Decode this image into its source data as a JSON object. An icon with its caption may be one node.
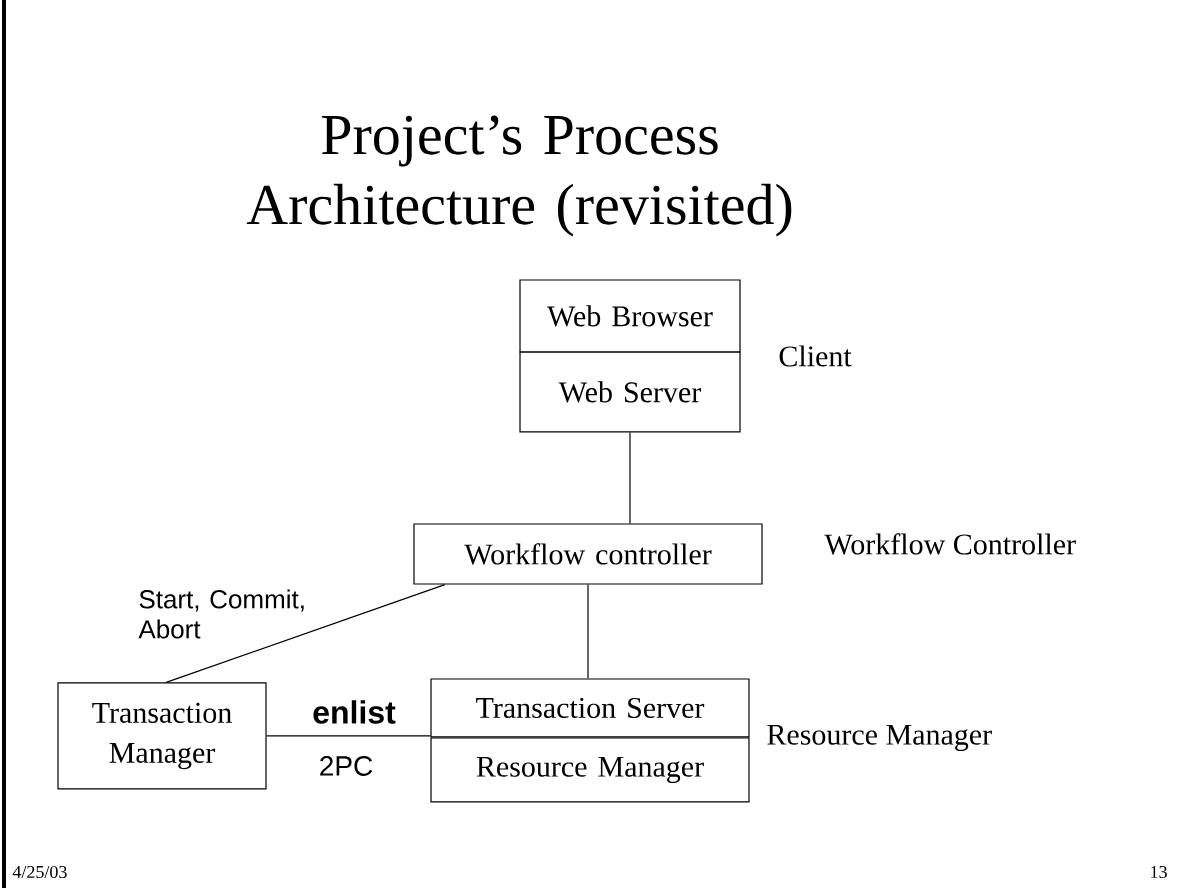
{
  "diagram": {
    "title": "Project’s Process Architecture (revisited)",
    "nodes": [
      {
        "text": [
          "Web Browser"
        ]
      },
      {
        "text": [
          "Web Server"
        ]
      },
      {
        "text": [
          "Workflow controller"
        ]
      },
      {
        "text": [
          "Transaction Manager"
        ]
      },
      {
        "text": [
          "Transaction Server"
        ]
      },
      {
        "text": [
          "Resource Manager"
        ]
      }
    ],
    "edges": [
      {
        "from": 1,
        "to": 2,
        "arrow": "none"
      },
      {
        "from": 2,
        "to": 4,
        "arrow": "none"
      },
      {
        "from": 2,
        "to": 3,
        "arrow": "none",
        "label": "Start, Commit, Abort"
      },
      {
        "from": 3,
        "to": 4,
        "arrow": "none",
        "label": "enlist"
      }
    ],
    "labels": [
      "Client",
      "Workflow Controller",
      "Resource Manager",
      "2PC",
      "4/25/03",
      "13"
    ]
  }
}
